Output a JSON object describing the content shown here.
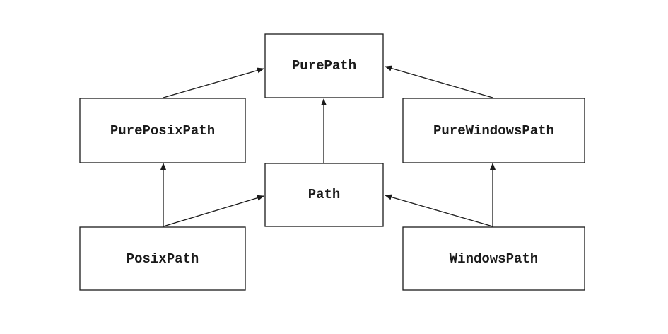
{
  "diagram": {
    "nodes": [
      {
        "id": "purepath",
        "label": "PurePath"
      },
      {
        "id": "pureposixpath",
        "label": "PurePosixPath"
      },
      {
        "id": "purewindowspath",
        "label": "PureWindowsPath"
      },
      {
        "id": "path",
        "label": "Path"
      },
      {
        "id": "posixpath",
        "label": "PosixPath"
      },
      {
        "id": "windowspath",
        "label": "WindowsPath"
      }
    ],
    "edges": [
      {
        "from": "pureposixpath",
        "to": "purepath"
      },
      {
        "from": "purewindowspath",
        "to": "purepath"
      },
      {
        "from": "path",
        "to": "purepath"
      },
      {
        "from": "posixpath",
        "to": "pureposixpath"
      },
      {
        "from": "posixpath",
        "to": "path"
      },
      {
        "from": "windowspath",
        "to": "path"
      },
      {
        "from": "windowspath",
        "to": "purewindowspath"
      }
    ]
  }
}
